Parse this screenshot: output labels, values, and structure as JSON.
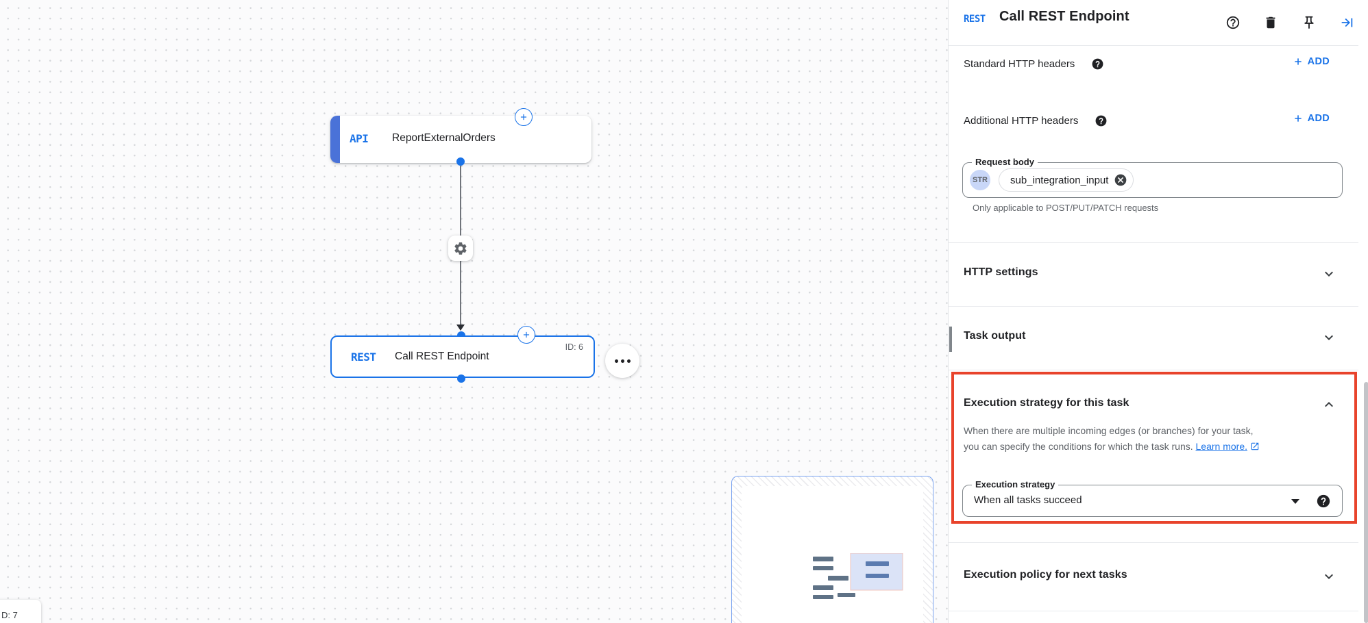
{
  "canvas": {
    "trigger": {
      "badge": "API",
      "label": "ReportExternalOrders"
    },
    "task": {
      "badge": "REST",
      "label": "Call REST Endpoint",
      "id_label": "ID: 6"
    },
    "corner_chip": "D: 7"
  },
  "panel": {
    "header": {
      "badge": "REST",
      "title": "Call REST Endpoint"
    },
    "rows": {
      "standard": {
        "label": "Standard HTTP headers",
        "add": "ADD"
      },
      "additional": {
        "label": "Additional HTTP headers",
        "add": "ADD"
      }
    },
    "request_body": {
      "label": "Request body",
      "type_badge": "STR",
      "chip": "sub_integration_input",
      "helper": "Only applicable to POST/PUT/PATCH requests"
    },
    "sections": {
      "http_settings": "HTTP settings",
      "task_output": "Task output",
      "execution_policy": "Execution policy for next tasks"
    },
    "execution": {
      "title": "Execution strategy for this task",
      "desc_line1": "When there are multiple incoming edges (or branches) for your task,",
      "desc_line2": "you can specify the conditions for which the task runs.",
      "learn_more": "Learn more.",
      "field_label": "Execution strategy",
      "field_value": "When all tasks succeed"
    }
  },
  "colors": {
    "accent_blue": "#1a73e8",
    "node_bar_blue": "#4a72d8",
    "highlight_red": "#e8432b",
    "text_primary": "#202124",
    "text_secondary": "#5f6368",
    "divider": "#e8eaed",
    "chip_type_bg": "#c9d7f8",
    "frame_border_blue": "#7aa3f0"
  }
}
